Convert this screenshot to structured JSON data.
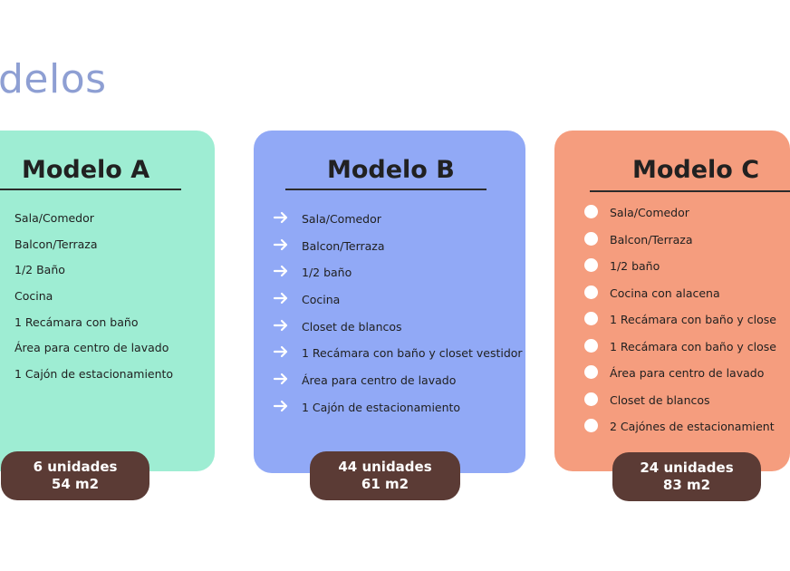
{
  "page": {
    "title": "delos"
  },
  "cards": [
    {
      "title": "Modelo A",
      "features": [
        "Sala/Comedor",
        "Balcon/Terraza",
        "1/2 Baño",
        "Cocina",
        "1 Recámara con baño",
        "Área para centro de lavado",
        "1 Cajón de estacionamiento"
      ],
      "units": "6 unidades",
      "area": "54 m2",
      "color": "#9eedd3"
    },
    {
      "title": "Modelo B",
      "features": [
        "Sala/Comedor",
        "Balcon/Terraza",
        "1/2 baño",
        "Cocina",
        "Closet de blancos",
        "1 Recámara con baño y closet vestidor",
        "Área para centro de lavado",
        "1 Cajón de estacionamiento"
      ],
      "units": "44 unidades",
      "area": "61 m2",
      "color": "#91a9f6",
      "bullet_icon": "arrow-right-icon"
    },
    {
      "title": "Modelo C",
      "features": [
        "Sala/Comedor",
        "Balcon/Terraza",
        "1/2 baño",
        "Cocina con alacena",
        "1 Recámara con baño y close",
        "1 Recámara con baño y close",
        "Área para centro de lavado",
        "Closet de blancos",
        "2 Cajónes de estacionamient"
      ],
      "units": "24 unidades",
      "area": "83 m2",
      "color": "#f59d7e",
      "bullet_icon": "white-dot-icon"
    }
  ],
  "colors": {
    "title": "#8e9fd3",
    "pill": "#5b3b35",
    "text": "#1f1f1f"
  }
}
